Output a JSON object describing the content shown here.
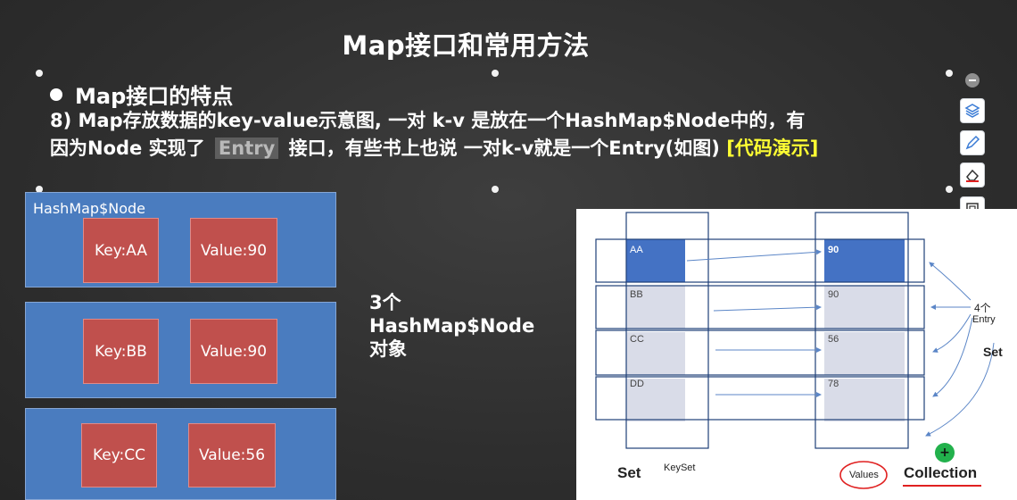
{
  "slide": {
    "title": "Map接口和常用方法",
    "heading": "Map接口的特点",
    "desc_line1": "8) Map存放数据的key-value示意图, 一对 k-v 是放在一个HashMap$Node中的，有",
    "desc_line2_a": "因为Node 实现了",
    "desc_entry": "Entry",
    "desc_line2_b": "接口，有些书上也说 一对k-v就是一个Entry(如图)",
    "desc_demo": "[代码演示]"
  },
  "nodes": {
    "label": "HashMap$Node",
    "items": [
      {
        "key": "Key:AA",
        "value": "Value:90"
      },
      {
        "key": "Key:BB",
        "value": "Value:90"
      },
      {
        "key": "Key:CC",
        "value": "Value:56"
      }
    ],
    "caption_line1": "3个",
    "caption_line2": "HashMap$Node",
    "caption_line3": "对象"
  },
  "diagram": {
    "keys": [
      "AA",
      "BB",
      "CC",
      "DD"
    ],
    "values": [
      "90",
      "90",
      "56",
      "78"
    ],
    "entry_count_label": "4个",
    "entry_label": "Entry",
    "set_right": "Set",
    "set_left": "Set",
    "keyset_label": "KeySet",
    "values_label": "Values",
    "collection_label": "Collection",
    "plus": "+"
  },
  "colors": {
    "node_blue": "#4a7cbf",
    "kv_red": "#c0504d",
    "cell_blue": "#4472c4",
    "cell_gray": "#d9dce8",
    "highlight_yellow": "#ffff33",
    "red_marker": "#e02020"
  },
  "toolbar": {
    "icons": [
      "minimize-icon",
      "layers-icon",
      "pen-icon",
      "eraser-icon",
      "frame-icon",
      "lightbulb-icon",
      "more-icon"
    ],
    "more_label": "···"
  }
}
